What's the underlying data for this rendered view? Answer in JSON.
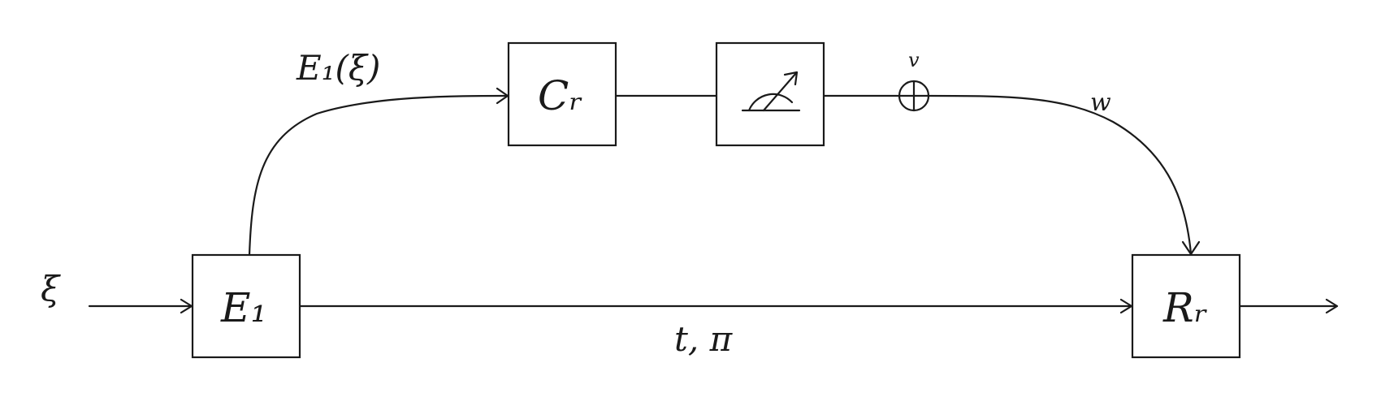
{
  "diagram": {
    "input_label": "ξ",
    "encoder_label": "E₁",
    "encoded_output_label": "E₁(ξ)",
    "channel_label": "Cᵣ",
    "measurement_icon": "meter-icon",
    "noise_label": "v",
    "noise_op_icon": "circled-plus-icon",
    "noisy_output_label": "w",
    "side_channel_label": "t, π",
    "receiver_label": "Rᵣ"
  }
}
